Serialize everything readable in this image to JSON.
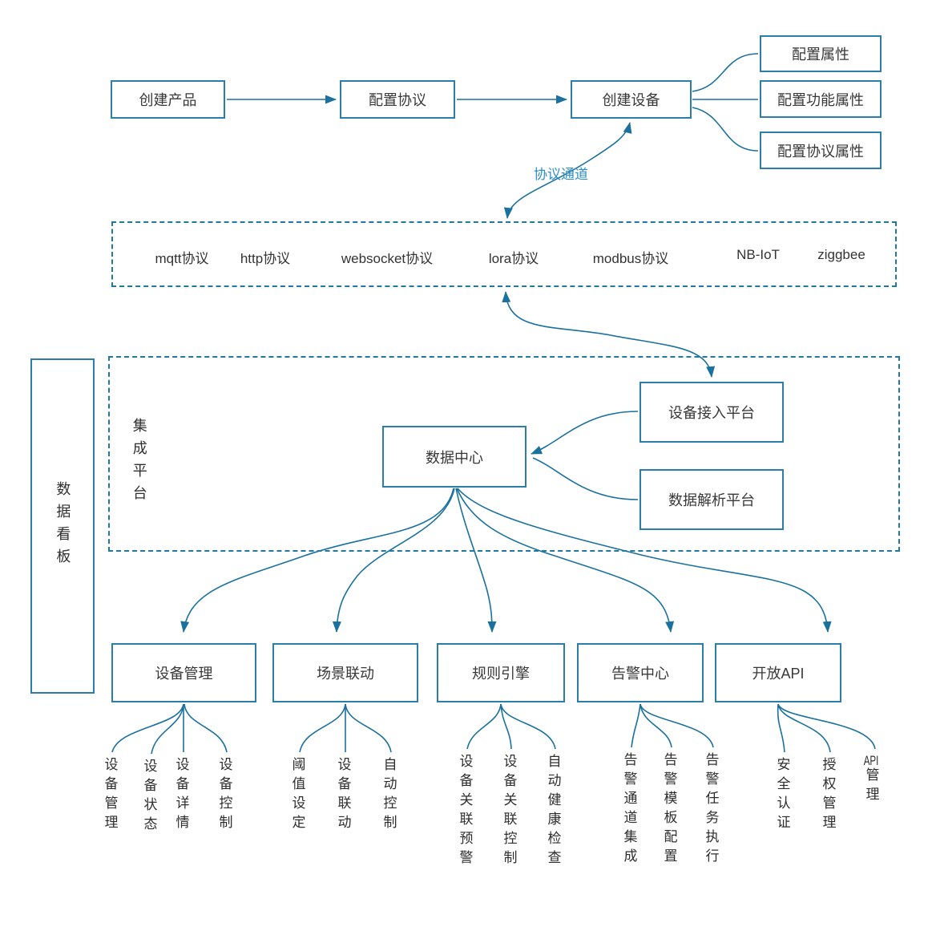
{
  "top_flow": {
    "create_product": "创建产品",
    "configure_protocol": "配置协议",
    "create_device": "创建设备",
    "channel_label": "协议通道",
    "device_branches": [
      "配置属性",
      "配置功能属性",
      "配置协议属性"
    ]
  },
  "protocols": {
    "items": [
      "mqtt协议",
      "http协议",
      "websocket协议",
      "lora协议",
      "modbus协议",
      "NB-IoT",
      "ziggbee"
    ]
  },
  "integration_platform": {
    "label": "集成平台",
    "device_access": "设备接入平台",
    "data_parse": "数据解析平台",
    "data_center": "数据中心"
  },
  "dashboard": {
    "label": "数据看板"
  },
  "modules": [
    {
      "label": "设备管理",
      "children": [
        "设备管理",
        "设备状态",
        "设备详情",
        "设备控制"
      ]
    },
    {
      "label": "场景联动",
      "children": [
        "阈值设定",
        "设备联动",
        "自动控制"
      ]
    },
    {
      "label": "规则引擎",
      "children": [
        "设备关联预警",
        "设备关联控制",
        "自动健康检查"
      ]
    },
    {
      "label": "告警中心",
      "children": [
        "告警通道集成",
        "告警模板配置",
        "告警任务执行"
      ]
    },
    {
      "label": "开放API",
      "children": [
        "安全认证",
        "授权管理",
        "API管理"
      ]
    }
  ],
  "colors": {
    "line": "#1a719e",
    "box_border": "#2b7ea7",
    "dotted_border": "#2078a3",
    "channel_label": "#2d8fc5",
    "text": "#383838"
  }
}
